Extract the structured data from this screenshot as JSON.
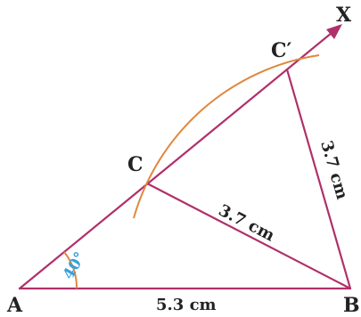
{
  "diagram": {
    "points": {
      "A": "A",
      "B": "B",
      "C": "C",
      "C_prime": "C′",
      "X": "X"
    },
    "labels": {
      "AB": "5.3 cm",
      "CB": "3.7 cm",
      "CprimeB": "3.7 cm",
      "angle_A": "40°"
    },
    "colors": {
      "segment": "#b0306a",
      "arc": "#e08840",
      "angle_label": "#3a9fd8"
    }
  }
}
